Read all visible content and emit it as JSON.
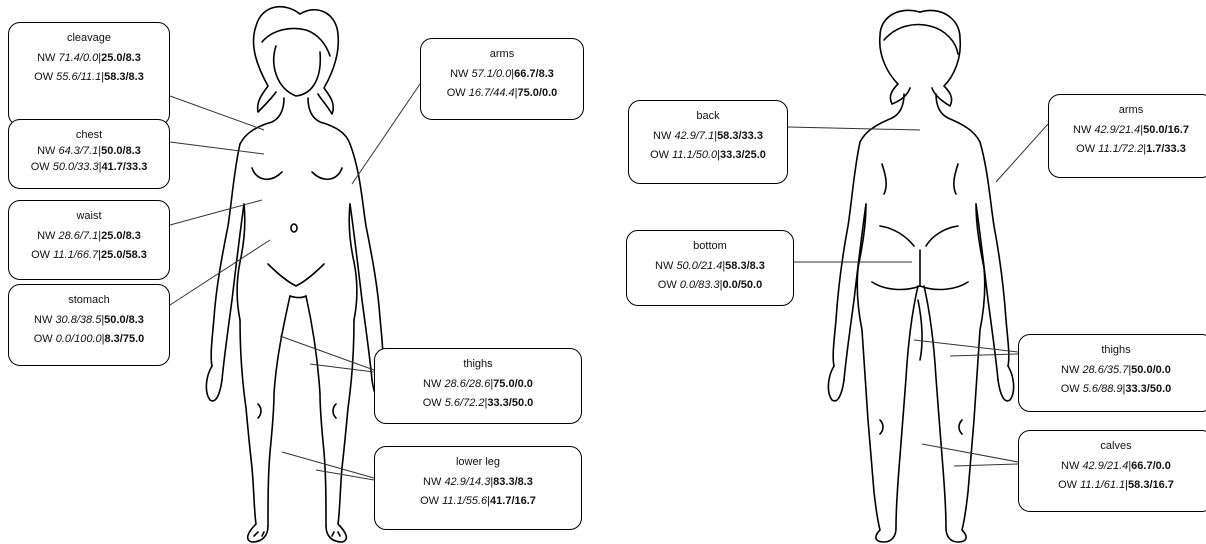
{
  "front": {
    "cleavage": {
      "title": "cleavage",
      "nw": {
        "prefix": "NW",
        "italic": "71.4/0.0",
        "bold": "25.0/8.3"
      },
      "ow": {
        "prefix": "OW",
        "italic": "55.6/11.1",
        "bold": "58.3/8.3"
      }
    },
    "chest": {
      "title": "chest",
      "nw": {
        "prefix": "NW",
        "italic": "64.3/7.1",
        "bold": "50.0/8.3"
      },
      "ow": {
        "prefix": "OW",
        "italic": "50.0/33.3",
        "bold": "41.7/33.3"
      }
    },
    "waist": {
      "title": "waist",
      "nw": {
        "prefix": "NW",
        "italic": "28.6/7.1",
        "bold": "25.0/8.3"
      },
      "ow": {
        "prefix": "OW",
        "italic": "11.1/66.7",
        "bold": "25.0/58.3"
      }
    },
    "stomach": {
      "title": "stomach",
      "nw": {
        "prefix": "NW",
        "italic": "30.8/38.5",
        "bold": "50.0/8.3"
      },
      "ow": {
        "prefix": "OW",
        "italic": "0.0/100.0",
        "bold": "8.3/75.0"
      }
    },
    "arms": {
      "title": "arms",
      "nw": {
        "prefix": "NW",
        "italic": "57.1/0.0",
        "bold": "66.7/8.3"
      },
      "ow": {
        "prefix": "OW",
        "italic": "16.7/44.4",
        "bold": "75.0/0.0"
      }
    },
    "thighs": {
      "title": "thighs",
      "nw": {
        "prefix": "NW",
        "italic": "28.6/28.6",
        "bold": "75.0/0.0"
      },
      "ow": {
        "prefix": "OW",
        "italic": "5.6/72.2",
        "bold": "33.3/50.0"
      }
    },
    "lower_leg": {
      "title": "lower leg",
      "nw": {
        "prefix": "NW",
        "italic": "42.9/14.3",
        "bold": "83.3/8.3"
      },
      "ow": {
        "prefix": "OW",
        "italic": "11.1/55.6",
        "bold": "41.7/16.7"
      }
    }
  },
  "back": {
    "back": {
      "title": "back",
      "nw": {
        "prefix": "NW",
        "italic": "42.9/7.1",
        "bold": "58.3/33.3"
      },
      "ow": {
        "prefix": "OW",
        "italic": "11.1/50.0",
        "bold": "33.3/25.0"
      }
    },
    "bottom": {
      "title": "bottom",
      "nw": {
        "prefix": "NW",
        "italic": "50.0/21.4",
        "bold": "58.3/8.3"
      },
      "ow": {
        "prefix": "OW",
        "italic": "0.0/83.3",
        "bold": "0.0/50.0"
      }
    },
    "arms": {
      "title": "arms",
      "nw": {
        "prefix": "NW",
        "italic": "42.9/21.4",
        "bold": "50.0/16.7"
      },
      "ow": {
        "prefix": "OW",
        "italic": "11.1/72.2",
        "bold": "1.7/33.3"
      }
    },
    "thighs": {
      "title": "thighs",
      "nw": {
        "prefix": "NW",
        "italic": "28.6/35.7",
        "bold": "50.0/0.0"
      },
      "ow": {
        "prefix": "OW",
        "italic": "5.6/88.9",
        "bold": "33.3/50.0"
      }
    },
    "calves": {
      "title": "calves",
      "nw": {
        "prefix": "NW",
        "italic": "42.9/21.4",
        "bold": "66.7/0.0"
      },
      "ow": {
        "prefix": "OW",
        "italic": "11.1/61.1",
        "bold": "58.3/16.7"
      }
    }
  }
}
